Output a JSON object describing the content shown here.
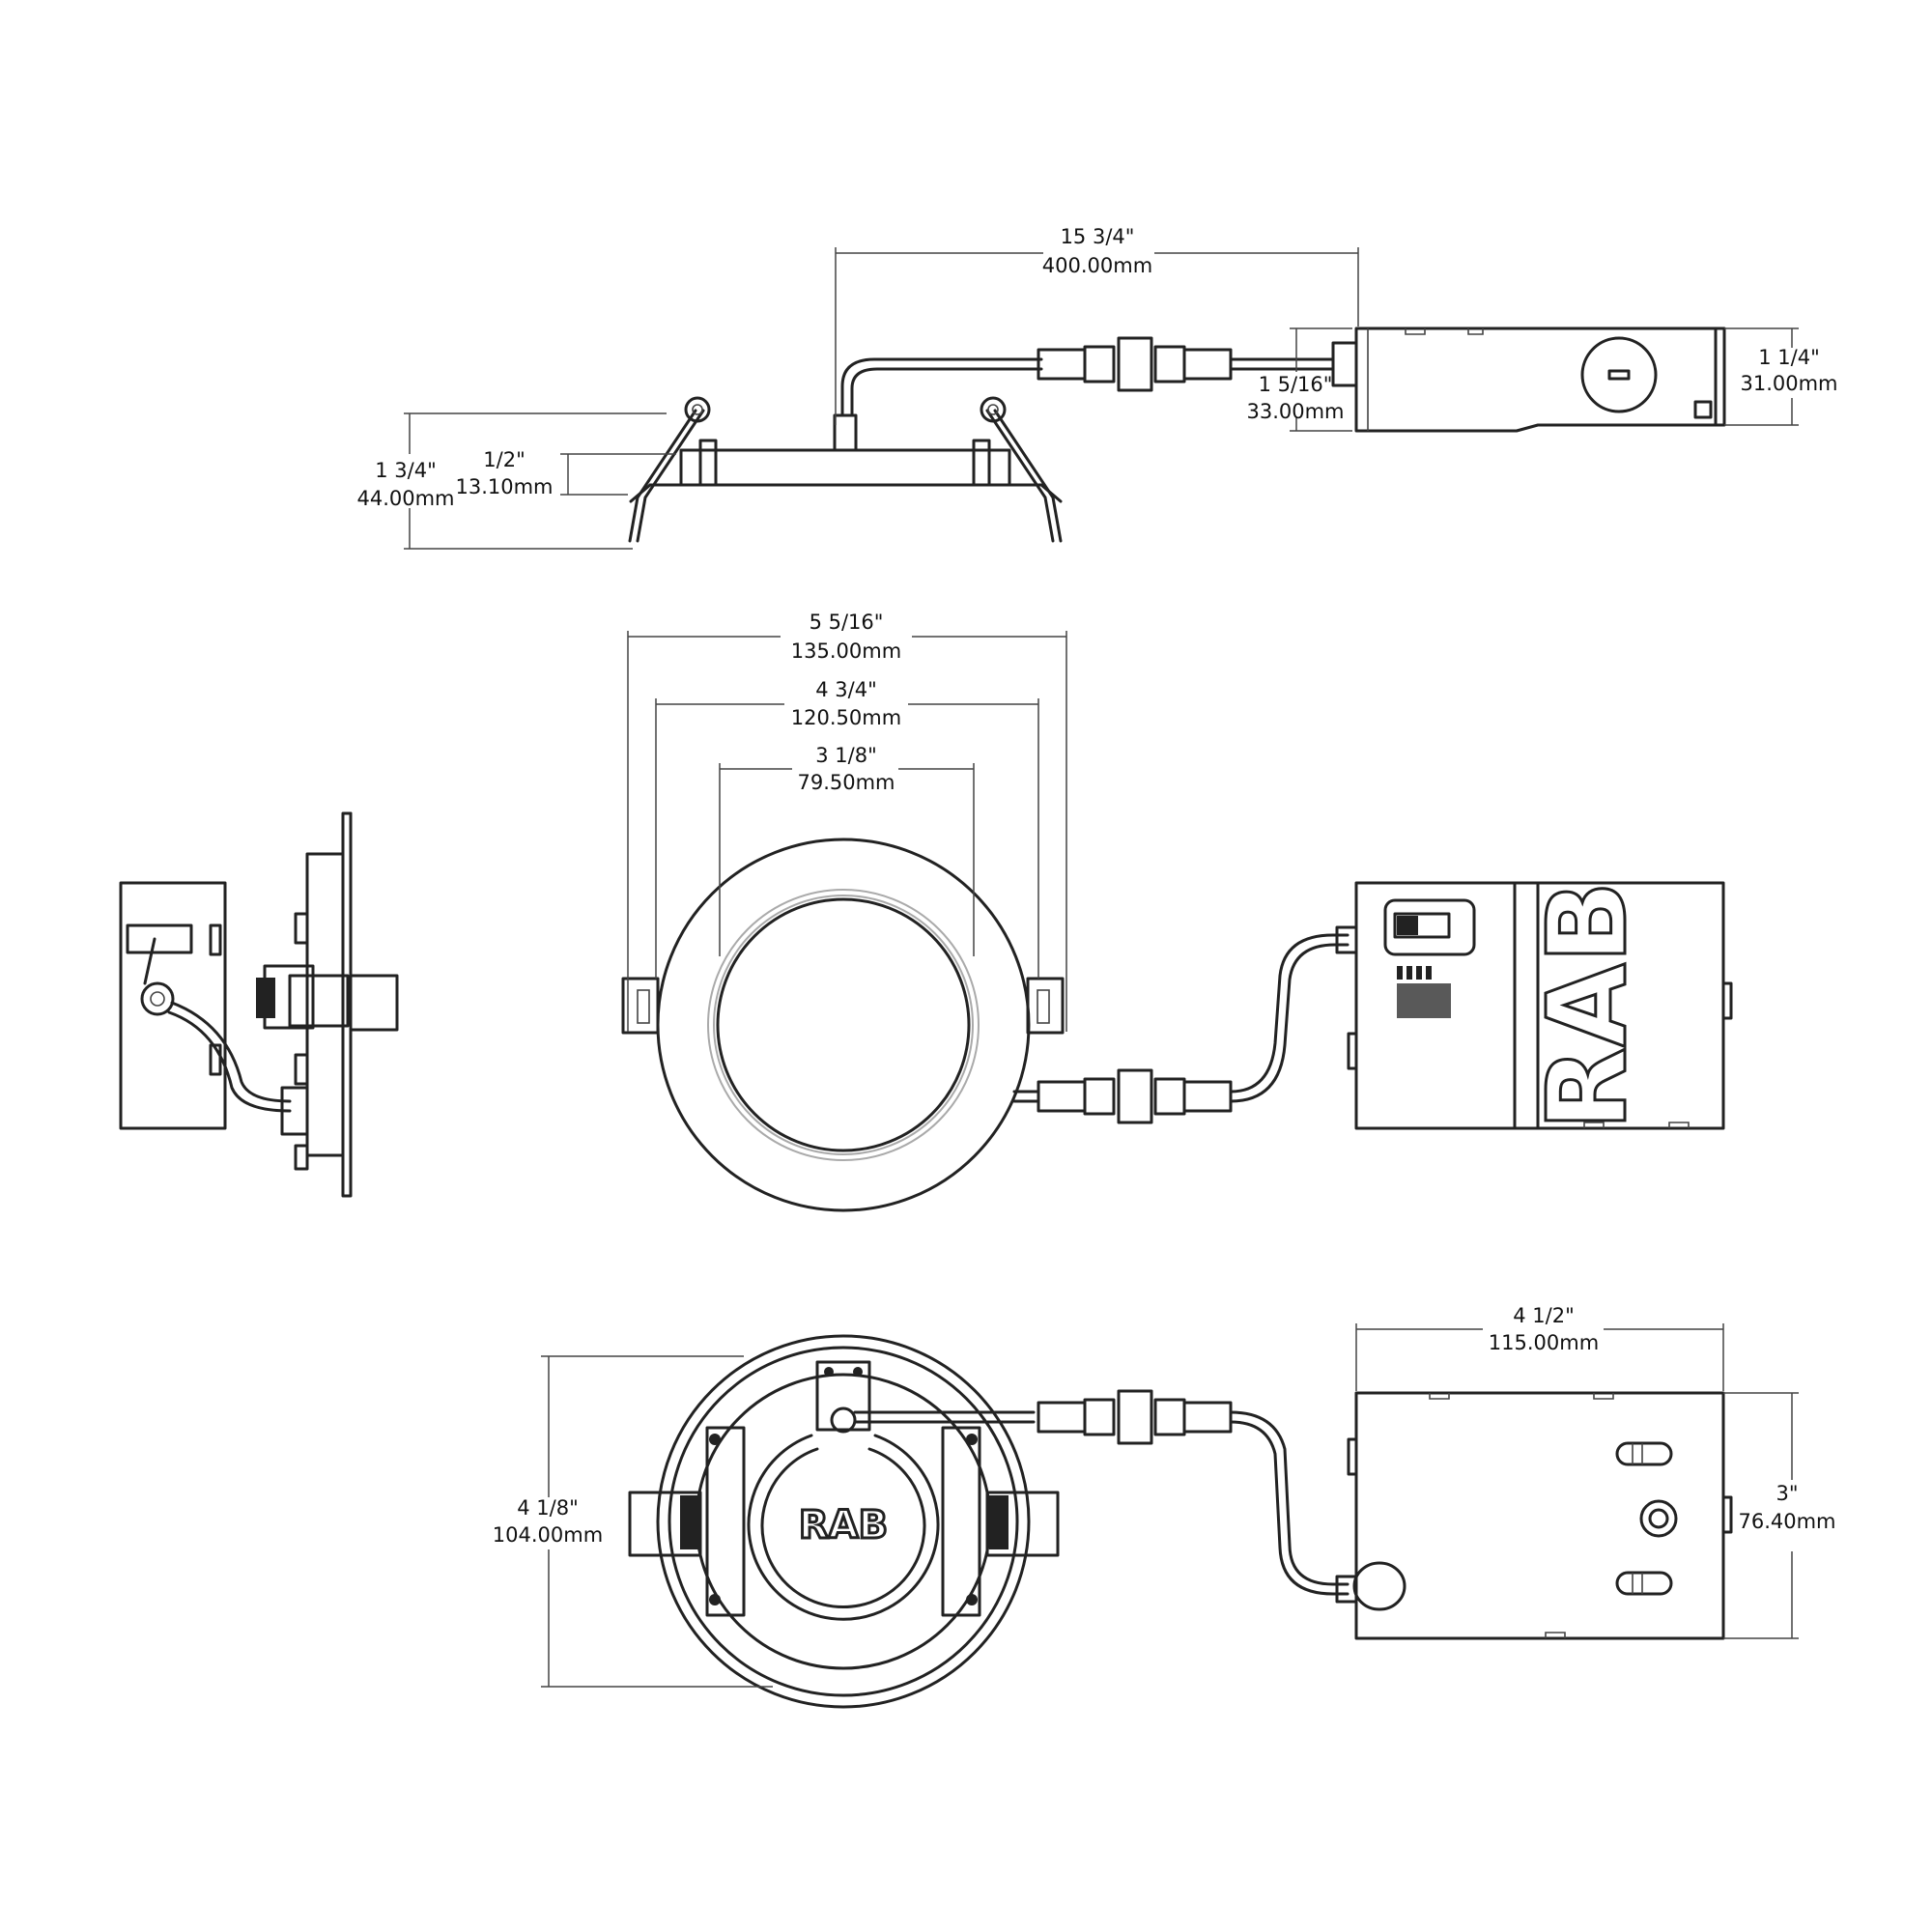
{
  "brand": {
    "logo_text": "RAB"
  },
  "dimensions": {
    "overall_length": {
      "in": "15 3/4\"",
      "mm": "400.00mm"
    },
    "side_height": {
      "in": "1 3/4\"",
      "mm": "44.00mm"
    },
    "trim_height": {
      "in": "1/2\"",
      "mm": "13.10mm"
    },
    "connector_height": {
      "in": "1 5/16\"",
      "mm": "33.00mm"
    },
    "box_height": {
      "in": "1 1/4\"",
      "mm": "31.00mm"
    },
    "trim_diameter": {
      "in": "5 5/16\"",
      "mm": "135.00mm"
    },
    "cutout_diameter": {
      "in": "4 3/4\"",
      "mm": "120.50mm"
    },
    "aperture_diameter": {
      "in": "3 1/8\"",
      "mm": "79.50mm"
    },
    "back_height": {
      "in": "4 1/8\"",
      "mm": "104.00mm"
    },
    "box_length": {
      "in": "4 1/2\"",
      "mm": "115.00mm"
    },
    "box_width": {
      "in": "3\"",
      "mm": "76.40mm"
    }
  }
}
